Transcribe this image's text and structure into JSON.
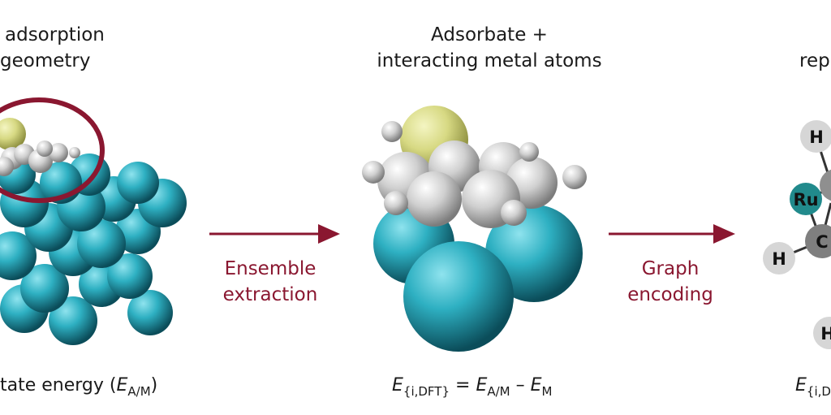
{
  "panels": {
    "left": {
      "title_line1": "adsorption",
      "title_line2": "geometry",
      "caption_text": "tate energy (",
      "caption_symbol": "E",
      "caption_sub": "A/M",
      "caption_close": ")"
    },
    "middle": {
      "title_line1": "Adsorbate +",
      "title_line2": "interacting metal atoms",
      "eq_lhs": "E",
      "eq_lhs_sub": "{i,DFT}",
      "eq_eq": " = ",
      "eq_t1": "E",
      "eq_t1_sub": "A/M",
      "eq_minus": " – ",
      "eq_t2": "E",
      "eq_t2_sub": "M"
    },
    "right": {
      "title_partial": "rep",
      "eq_lhs": "E",
      "eq_lhs_sub": "{i,D",
      "nodes": [
        "H",
        "Ru",
        "C",
        "H",
        "H"
      ]
    }
  },
  "arrows": {
    "first": {
      "line1": "Ensemble",
      "line2": "extraction"
    },
    "second": {
      "line1": "Graph",
      "line2": "encoding"
    }
  },
  "colors": {
    "accent": "#8a1730",
    "metal": "#2aa8b8",
    "hydrogen": "#d8d8d8",
    "carbon": "#8a8a8a",
    "sulfur": "#d9db8a",
    "ru_node": "#218a8c"
  }
}
